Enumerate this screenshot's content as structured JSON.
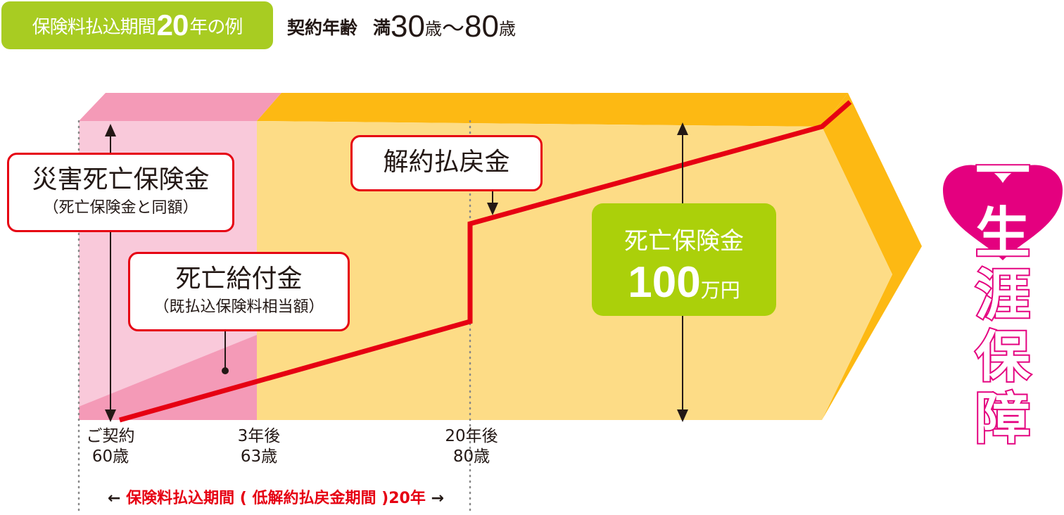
{
  "header": {
    "tag_prefix": "保険料払込期間",
    "tag_years": "20",
    "tag_suffix": "年の例",
    "age_label": "契約年齢",
    "age_prefix": "満",
    "age_min": "30",
    "age_unit1": "歳",
    "age_sep": "〜",
    "age_max": "80",
    "age_unit2": "歳"
  },
  "labels": {
    "accident_title": "災害死亡保険金",
    "accident_sub": "（死亡保険金と同額）",
    "death_benefit_title": "死亡給付金",
    "death_benefit_sub": "（既払込保険料相当額）",
    "surrender_title": "解約払戻金",
    "death_ins_title": "死亡保険金",
    "death_ins_amount": "100",
    "death_ins_unit": "万円",
    "lifetime": "一生涯保障"
  },
  "axis": [
    {
      "line1": "ご契約",
      "line2": "60歳"
    },
    {
      "line1": "3年後",
      "line2": "63歳"
    },
    {
      "line1": "20年後",
      "line2": "80歳"
    }
  ],
  "period": {
    "left_arrow": "←",
    "text": "保険料払込期間 ( 低解約払戻金期間 )20年",
    "right_arrow": "→"
  },
  "colors": {
    "red": "#e60012",
    "pink": "#f49ab7",
    "light_pink": "#f9c9da",
    "orange": "#fdb913",
    "yellow": "#fddc86",
    "green": "#abd00a",
    "magenta": "#e4007f"
  }
}
